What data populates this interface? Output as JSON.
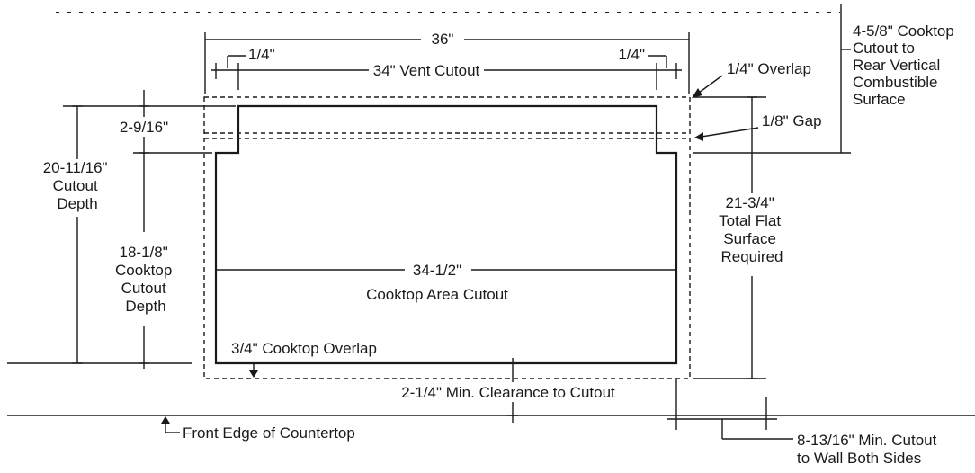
{
  "labels": {
    "width_overall": "36\"",
    "quarter_left": "1/4\"",
    "quarter_right": "1/4\"",
    "vent_cutout": "34\" Vent Cutout",
    "overlap_quarter": "1/4\" Overlap",
    "gap_eighth": "1/8\" Gap",
    "rear_clearance": [
      "4-5/8\" Cooktop",
      "Cutout to",
      "Rear Vertical",
      "Combustible",
      "Surface"
    ],
    "vent_depth": "2-9/16\"",
    "cutout_depth": [
      "20-11/16\"",
      "Cutout",
      "Depth"
    ],
    "cooktop_cutout_depth": [
      "18-1/8\"",
      "Cooktop",
      "Cutout",
      "Depth"
    ],
    "area_width": "34-1/2\"",
    "area_cutout": "Cooktop Area Cutout",
    "flat_surface": [
      "21-3/4\"",
      "Total Flat",
      "Surface",
      "Required"
    ],
    "cooktop_overlap": "3/4\" Cooktop Overlap",
    "front_clearance": "2-1/4\" Min. Clearance to Cutout",
    "front_edge": "Front Edge of Countertop",
    "side_clearance": [
      "8-13/16\" Min. Cutout",
      "to Wall Both Sides"
    ]
  }
}
